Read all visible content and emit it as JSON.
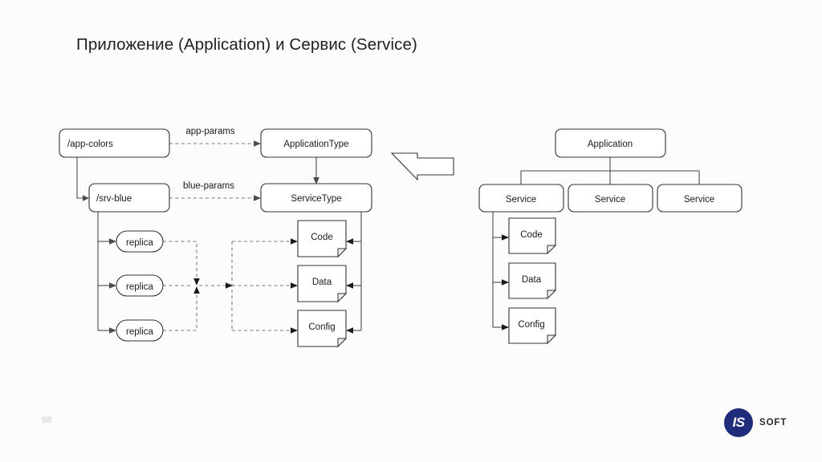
{
  "slide": {
    "title": "Приложение (Application) и Сервис (Service)",
    "page_number": "98",
    "background_color": "#fcfcfc",
    "text_color": "#1a1a1a"
  },
  "brand": {
    "mark_text": "IS",
    "word_text": "SOFT",
    "mark_color": "#1f2c7c",
    "word_color": "#2a2a2a"
  },
  "center_arrow": {
    "icon": "arrow-left-block-icon",
    "direction": "left",
    "stroke_color": "#333333",
    "fill_color": "#ffffff"
  },
  "left_diagram": {
    "name": "concrete-instance-diagram",
    "nodes": {
      "app_colors": "/app-colors",
      "srv_blue": "/srv-blue",
      "application_type": "ApplicationType",
      "service_type": "ServiceType",
      "replica_1": "replica",
      "replica_2": "replica",
      "replica_3": "replica",
      "doc_code": "Code",
      "doc_data": "Data",
      "doc_config": "Config"
    },
    "edge_labels": {
      "app_params": "app-params",
      "blue_params": "blue-params"
    }
  },
  "right_diagram": {
    "name": "abstract-model-diagram",
    "nodes": {
      "application": "Application",
      "service_1": "Service",
      "service_2": "Service",
      "service_3": "Service",
      "doc_code": "Code",
      "doc_data": "Data",
      "doc_config": "Config"
    }
  }
}
